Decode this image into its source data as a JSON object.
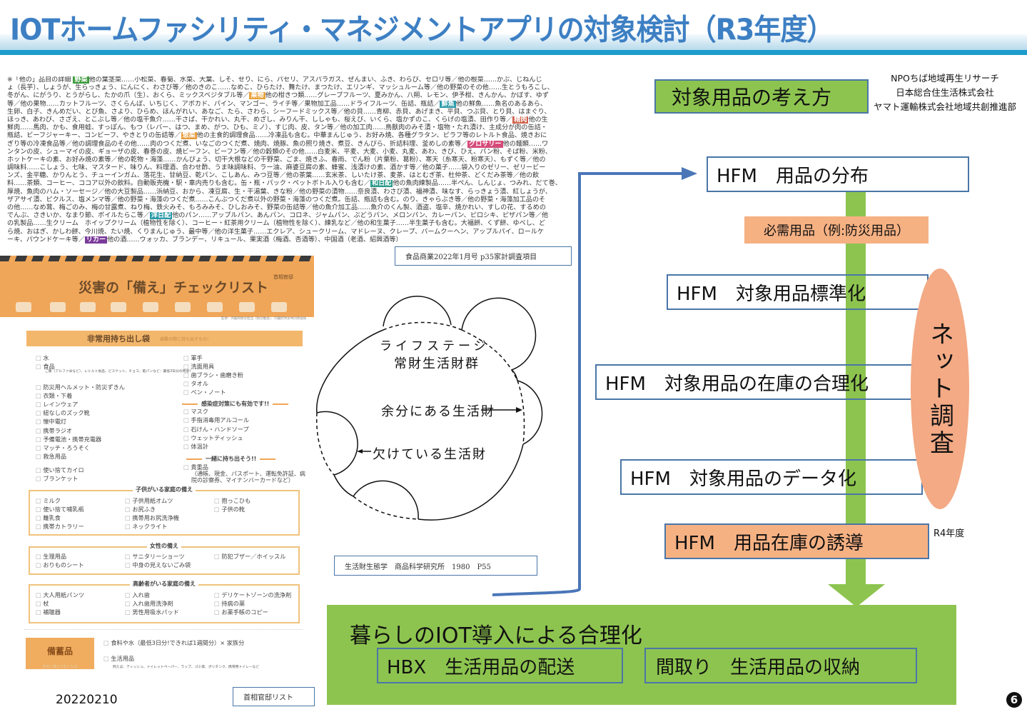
{
  "title": "IOTホームファシリティ・マネジメントアプリの対象検討（R3年度）",
  "article": {
    "lines": [
      [
        {
          "t": "※「他の」品目の詳細 "
        },
        {
          "t": "野菜",
          "tag": "#3a9a3a"
        },
        {
          "t": "他の葉茎菜……小松菜、春菊、水菜、大葉、しそ、せり、にら、パセリ、アスパラガス、ぜんまい、ふき、わらび、セロリ等／他の根菜……かぶ、じねんじ"
        }
      ],
      [
        {
          "t": "ょ（長芋）、しょうが、生らっきょう、にんにく、わさび等／他のきのこ……なめこ、ひらたけ、舞たけ、まつたけ、エリンギ、マッシュルーム等／他の野菜のその他……生とうもろこし、"
        }
      ],
      [
        {
          "t": "冬がん、にがうり、とうがらし、たかの爪（生）、おくら、ミックスベジタブル等／"
        },
        {
          "t": "果物",
          "tag": "#e8a23a"
        },
        {
          "t": "他の柑きつ類……グレープフルーツ、夏みかん、八朔、レモン、伊予柑、きんかん、かぼす、ゆず"
        }
      ],
      [
        {
          "t": "等／他の果物……カットフルーツ、さくらんぼ、いちじく、アボカド、パイン、マンゴー、ライチ等／果物加工品……ドライフルーツ、缶詰、瓶詰／"
        },
        {
          "t": "鮮魚",
          "tag": "#2a9aa8"
        },
        {
          "t": "他の鮮魚……魚名のあるあら、"
        }
      ],
      [
        {
          "t": "生卵、白子、きんめだい、とび魚、さより、ひらめ、ほんがれい、あなご、たら、さわら、シーフードミックス等／他の貝……青柳、赤貝、あげまき、平貝、つぶ貝、とり貝、はまぐり、"
        }
      ],
      [
        {
          "t": "ほっき、あわび、さざえ、とこぶし等／他の塩干魚介……干さば、干かれい、丸干、めざし、みりん干、ししゃも、桜えび、いくら、塩かずのこ、くらげの塩漬、田作り等／"
        },
        {
          "t": "精肉",
          "tag": "#d0604a"
        },
        {
          "t": "他の生"
        }
      ],
      [
        {
          "t": "鮮肉……馬肉、かも、食用蛙、すっぽん、もつ（レバー、はつ、まめ、がつ、ひも、ミノ）、すじ肉、皮、タン等／他の加工肉……鳥獣肉のみそ漬・塩物・たれ漬け、主成分が肉の缶詰・"
        }
      ],
      [
        {
          "t": "瓶詰、ビーフジャーキー、コンビーフ、やきとりの缶詰等／"
        },
        {
          "t": "惣菜",
          "tag": "#e89a3a"
        },
        {
          "t": "他の主食的調理食品……冷凍品も含む。中華まんじゅう、お好み焼、各種グラタン、ピラフ等のレトルト食品、焼きおに"
        }
      ],
      [
        {
          "t": "ぎり等の冷凍食品等／他の調理食品のその他……肉のつくだ煮、いなごのつくだ煮、焼肉、焼豚、魚の照り焼き、煮豆、きんぴら、折詰料理、釜めしの素等／"
        },
        {
          "t": "グロサリー",
          "tag": "#d64a7a"
        },
        {
          "t": "他の麺類……ワ"
        }
      ],
      [
        {
          "t": "ンタンの皮、シューマイの皮、ギョーザの皮、春巻の皮、焼ビーフン、ビーフン等／他の穀類のその他……白麦米、平麦、大麦、小麦、丸麦、あわ、きび、ひえ、パン粉、そば粉、米粉、"
        }
      ],
      [
        {
          "t": "ホットケーキの素、お好み焼の素等／他の乾物・海藻……かんぴょう、切干大根などの干野菜、ごま、焼きふ、春雨、でん粉（片栗粉、葛粉）、寒天（糸寒天、粉寒天）、もずく等／他の"
        }
      ],
      [
        {
          "t": "調味料……こしょう、七味、マスタード、味りん、料理酒、合わせ酢、うま味調味料、ラー油、麻婆豆腐の素、蜂蜜、浅漬けの素、酒かす等／他の菓子……袋入りのゼリー、ゼリービー"
        }
      ],
      [
        {
          "t": "ンズ、金平糖、かりんとう、チューインガム、落花生、甘納豆、乾パン、こしあん、みつ豆等／他の茶葉……玄米茶、しいたけ茶、麦茶、はとむぎ茶、杜仲茶、どくだみ茶等／他の飲"
        }
      ],
      [
        {
          "t": "料……茶類、コーヒー、ココア以外の飲料。自動販売機・駅・車内売りも含む。缶・瓶・パック・ペットボトル入りも含む／"
        },
        {
          "t": "和日配",
          "tag": "#2a9a8a"
        },
        {
          "t": "他の魚肉練製品……半ぺん、しんじょ、つみれ、だて巻、"
        }
      ],
      [
        {
          "t": "厚焼、魚肉のハム・ソーセージ／他の大豆製品……浜納豆、おから、凍豆腐、生・干湯葉、きな粉／他の野菜の漬物……奈良漬、わさび漬、福神漬、味なす、らっきょう漬、紅しょうが、"
        }
      ],
      [
        {
          "t": "ザアサイ漬、ピクルス、塩メンマ等／他の野菜・海藻のつくだ煮……こんぶつくだ煮以外の野菜・海藻のつくだ煮。缶詰、瓶詰も含む。のり、きゃらぶき等／他の野菜・海藻加工品のそ"
        }
      ],
      [
        {
          "t": "の他……なめ茸、梅ごのみ、梅の甘露煮、ねり梅、鉄火みそ、もろみみそ、ひしおみそ、野菜の缶詰等／他の魚介加工品……魚介のくん製、酒盗、塩辛、焼かれい、すしの花、するめの"
        }
      ],
      [
        {
          "t": "でんぶ、さきいか、なまり節、ボイルたらこ等／"
        },
        {
          "t": "洋日配",
          "tag": "#2a9aa8"
        },
        {
          "t": "他のパン……アップルパン、あんパン、コロネ、ジャムパン、ぶどうパン、メロンパン、カレーパン、ピロシキ、ピザパン等／他"
        }
      ],
      [
        {
          "t": "の乳製品……生クリーム　ホイップクリーム（植物性を除く）、コーヒー・紅茶用クリーム（植物性を除く）、練乳など／他の和生菓子……半生菓子も含む。大福餅、くず餅、ゆべし、ど"
        }
      ],
      [
        {
          "t": "ら焼、おはぎ、かしわ餅、今川焼、たい焼、くりまんじゅう、最中等／他の洋生菓子……エクレア、シュークリーム、マドレーヌ、クレープ、バームクーヘン、アップルパイ、ロールケ"
        }
      ],
      [
        {
          "t": "ーキ、パウンドケーキ等／"
        },
        {
          "t": "リカー",
          "tag": "#7a3a9a"
        },
        {
          "t": "他の酒……ウォッカ、ブランデー、リキュール、果実酒（梅酒、杏酒等）、中国酒（老酒、紹興酒等）"
        }
      ]
    ],
    "citation": "食品商業2022年1月号  p35家計調査項目"
  },
  "checklist": {
    "title": "災害の「備え」チェックリスト",
    "publisher": "首相官邸",
    "source": "監修：内閣府防災担当（防災推進）、内閣府男女共同参画局",
    "bag_title": "非常用持ち出し袋",
    "bag_sub": "避難の際に持ち出すもの!",
    "bag_left": [
      "水",
      "食品",
      "防災用ヘルメット・防災ずきん",
      "衣類・下着",
      "レインウェア",
      "紐なしのズック靴",
      "懐中電灯",
      "携帯ラジオ",
      "予備電池・携帯充電器",
      "マッチ・ろうそく",
      "救急用品",
      "使い捨てカイロ",
      "ブランケット"
    ],
    "food_note": "ご飯（アルファ米など）、レトルト食品、ビスケット、チョコ、乾パンなど：最低3日分の用意!",
    "bag_right": [
      "軍手",
      "洗面用具",
      "歯ブラシ・歯磨き粉",
      "タオル",
      "ペン・ノート"
    ],
    "infection_title": "感染症対策にも有効です!!",
    "infection_items": [
      "マスク",
      "手指消毒用アルコール",
      "石けん・ハンドソープ",
      "ウェットティッシュ",
      "体温計"
    ],
    "together_title": "一緒に持ち出そう!!",
    "together_items": [
      "貴重品"
    ],
    "valuables_note": "（通帳、現金、パスポート、運転免許証、病院の診察券、マイナンバーカードなど）",
    "children_title": "子供がいる家庭の備え",
    "children_items": [
      "ミルク",
      "使い捨て哺乳瓶",
      "離乳食",
      "携帯カトラリー",
      "子供用紙オムツ",
      "お尻ふき",
      "携帯用お尻洗浄機",
      "ネックライト",
      "抱っこひも",
      "子供の靴"
    ],
    "women_title": "女性の備え",
    "women_items": [
      "生理用品",
      "おりものシート",
      "サニタリーショーツ",
      "中身の見えないごみ袋",
      "防犯ブザー／ホイッスル"
    ],
    "elderly_title": "高齢者がいる家庭の備え",
    "elderly_items": [
      "大人用紙パンツ",
      "杖",
      "補聴器",
      "入れ歯",
      "入れ歯用洗浄剤",
      "男性用吸水パッド",
      "デリケートゾーンの洗浄剤",
      "持病の薬",
      "お薬手帳のコピー"
    ],
    "stock_title": "備蓄品",
    "stock_sub": "自宅に備えておくもの",
    "stock_items": [
      "食料や水（最低3日分!できれば1週間分）× 家族分",
      "生活用品"
    ],
    "stock_note": "例えば、ティッシュ、トイレットペーパー、ラップ、ゴミ袋、ポリタンク、携帯用トイレーなど",
    "citation": "首相官邸リスト"
  },
  "diagram": {
    "top_label": "ライフステージ",
    "center_label": "常財生活財群",
    "surplus_label": "余分にある生活財",
    "missing_label": "欠けている生活財",
    "citation": "生活財生態学　商品科学研究所　1980　P55"
  },
  "date": "20220210",
  "flow": {
    "concept": "対象用品の考え方",
    "orgs": [
      "NPOちば地域再生リサーチ",
      "日本総合住生活株式会社",
      "ヤマト運輸株式会社地域共創推進部"
    ],
    "distribution": "HFM　用品の分布",
    "necessities": "必需用品（例:防災用品）",
    "standardize": "HFM　対象用品標準化",
    "inventory": "HFM　対象用品の在庫の合理化",
    "datafy": "HFM　対象用品のデータ化",
    "induce": "HFM　用品在庫の誘導",
    "r4": "R4年度",
    "net_survey": "ネット調査",
    "bottom_title": "暮らしのIOT導入による合理化",
    "hbx": "HBX　生活用品の配送",
    "storage": "間取り　生活用品の収納"
  },
  "page_number": "6"
}
